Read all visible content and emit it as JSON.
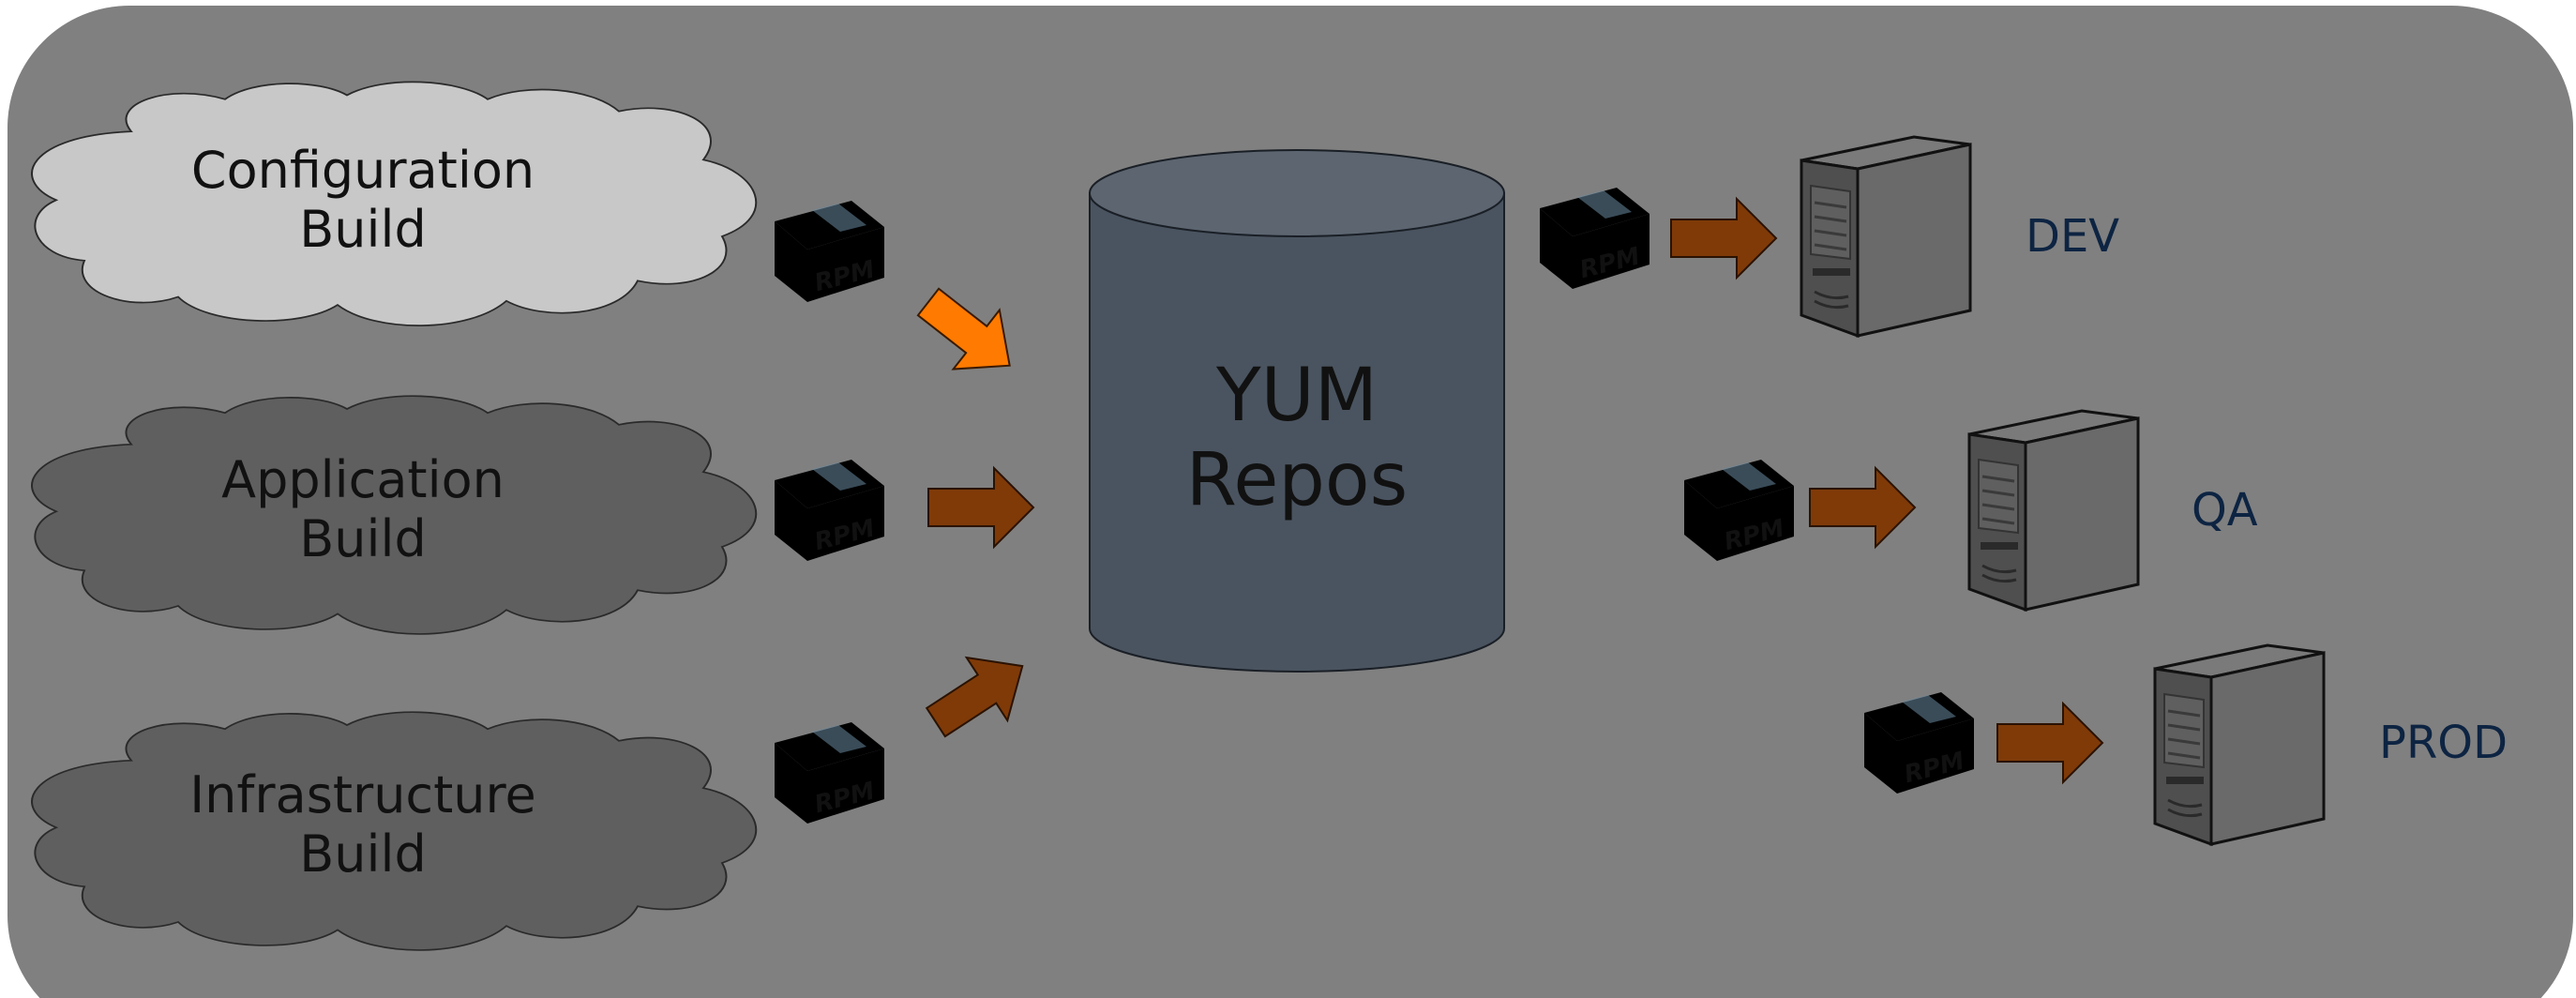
{
  "builds": [
    {
      "line1": "Configuration",
      "line2": "Build",
      "highlight": true
    },
    {
      "line1": "Application",
      "line2": "Build",
      "highlight": false
    },
    {
      "line1": "Infrastructure",
      "line2": "Build",
      "highlight": false
    }
  ],
  "package_label": "RPM",
  "repo": {
    "line1": "YUM",
    "line2": "Repos"
  },
  "environments": [
    {
      "label": "DEV"
    },
    {
      "label": "QA"
    },
    {
      "label": "PROD"
    }
  ],
  "colors": {
    "background": "#808080",
    "cloud_highlight": "#c8c8c8",
    "cloud_dim": "#5f5f5f",
    "repo_body": "#4a5460",
    "repo_top": "#5c6570",
    "arrow_highlight": "#ff7a00",
    "arrow_dim": "#7f3a08",
    "env_text": "#0d2442"
  }
}
